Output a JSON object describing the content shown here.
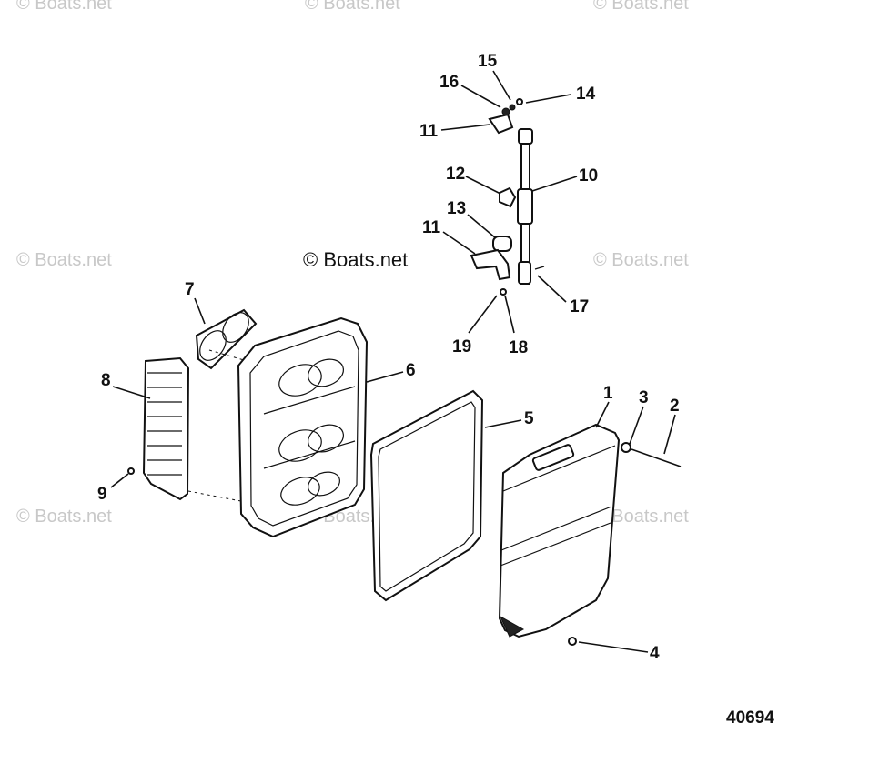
{
  "watermarks": [
    "© Boats.net",
    "© Boats.net",
    "© Boats.net",
    "© Boats.net",
    "© Boats.net",
    "© Boats.net",
    "© Boats.net",
    "© Boats.net",
    "© Boats.net"
  ],
  "credit": "© Boats.net",
  "figure_number": "40694",
  "callouts": [
    "1",
    "2",
    "3",
    "4",
    "5",
    "6",
    "7",
    "8",
    "9",
    "10",
    "11",
    "11",
    "12",
    "13",
    "14",
    "15",
    "16",
    "17",
    "18",
    "19"
  ]
}
